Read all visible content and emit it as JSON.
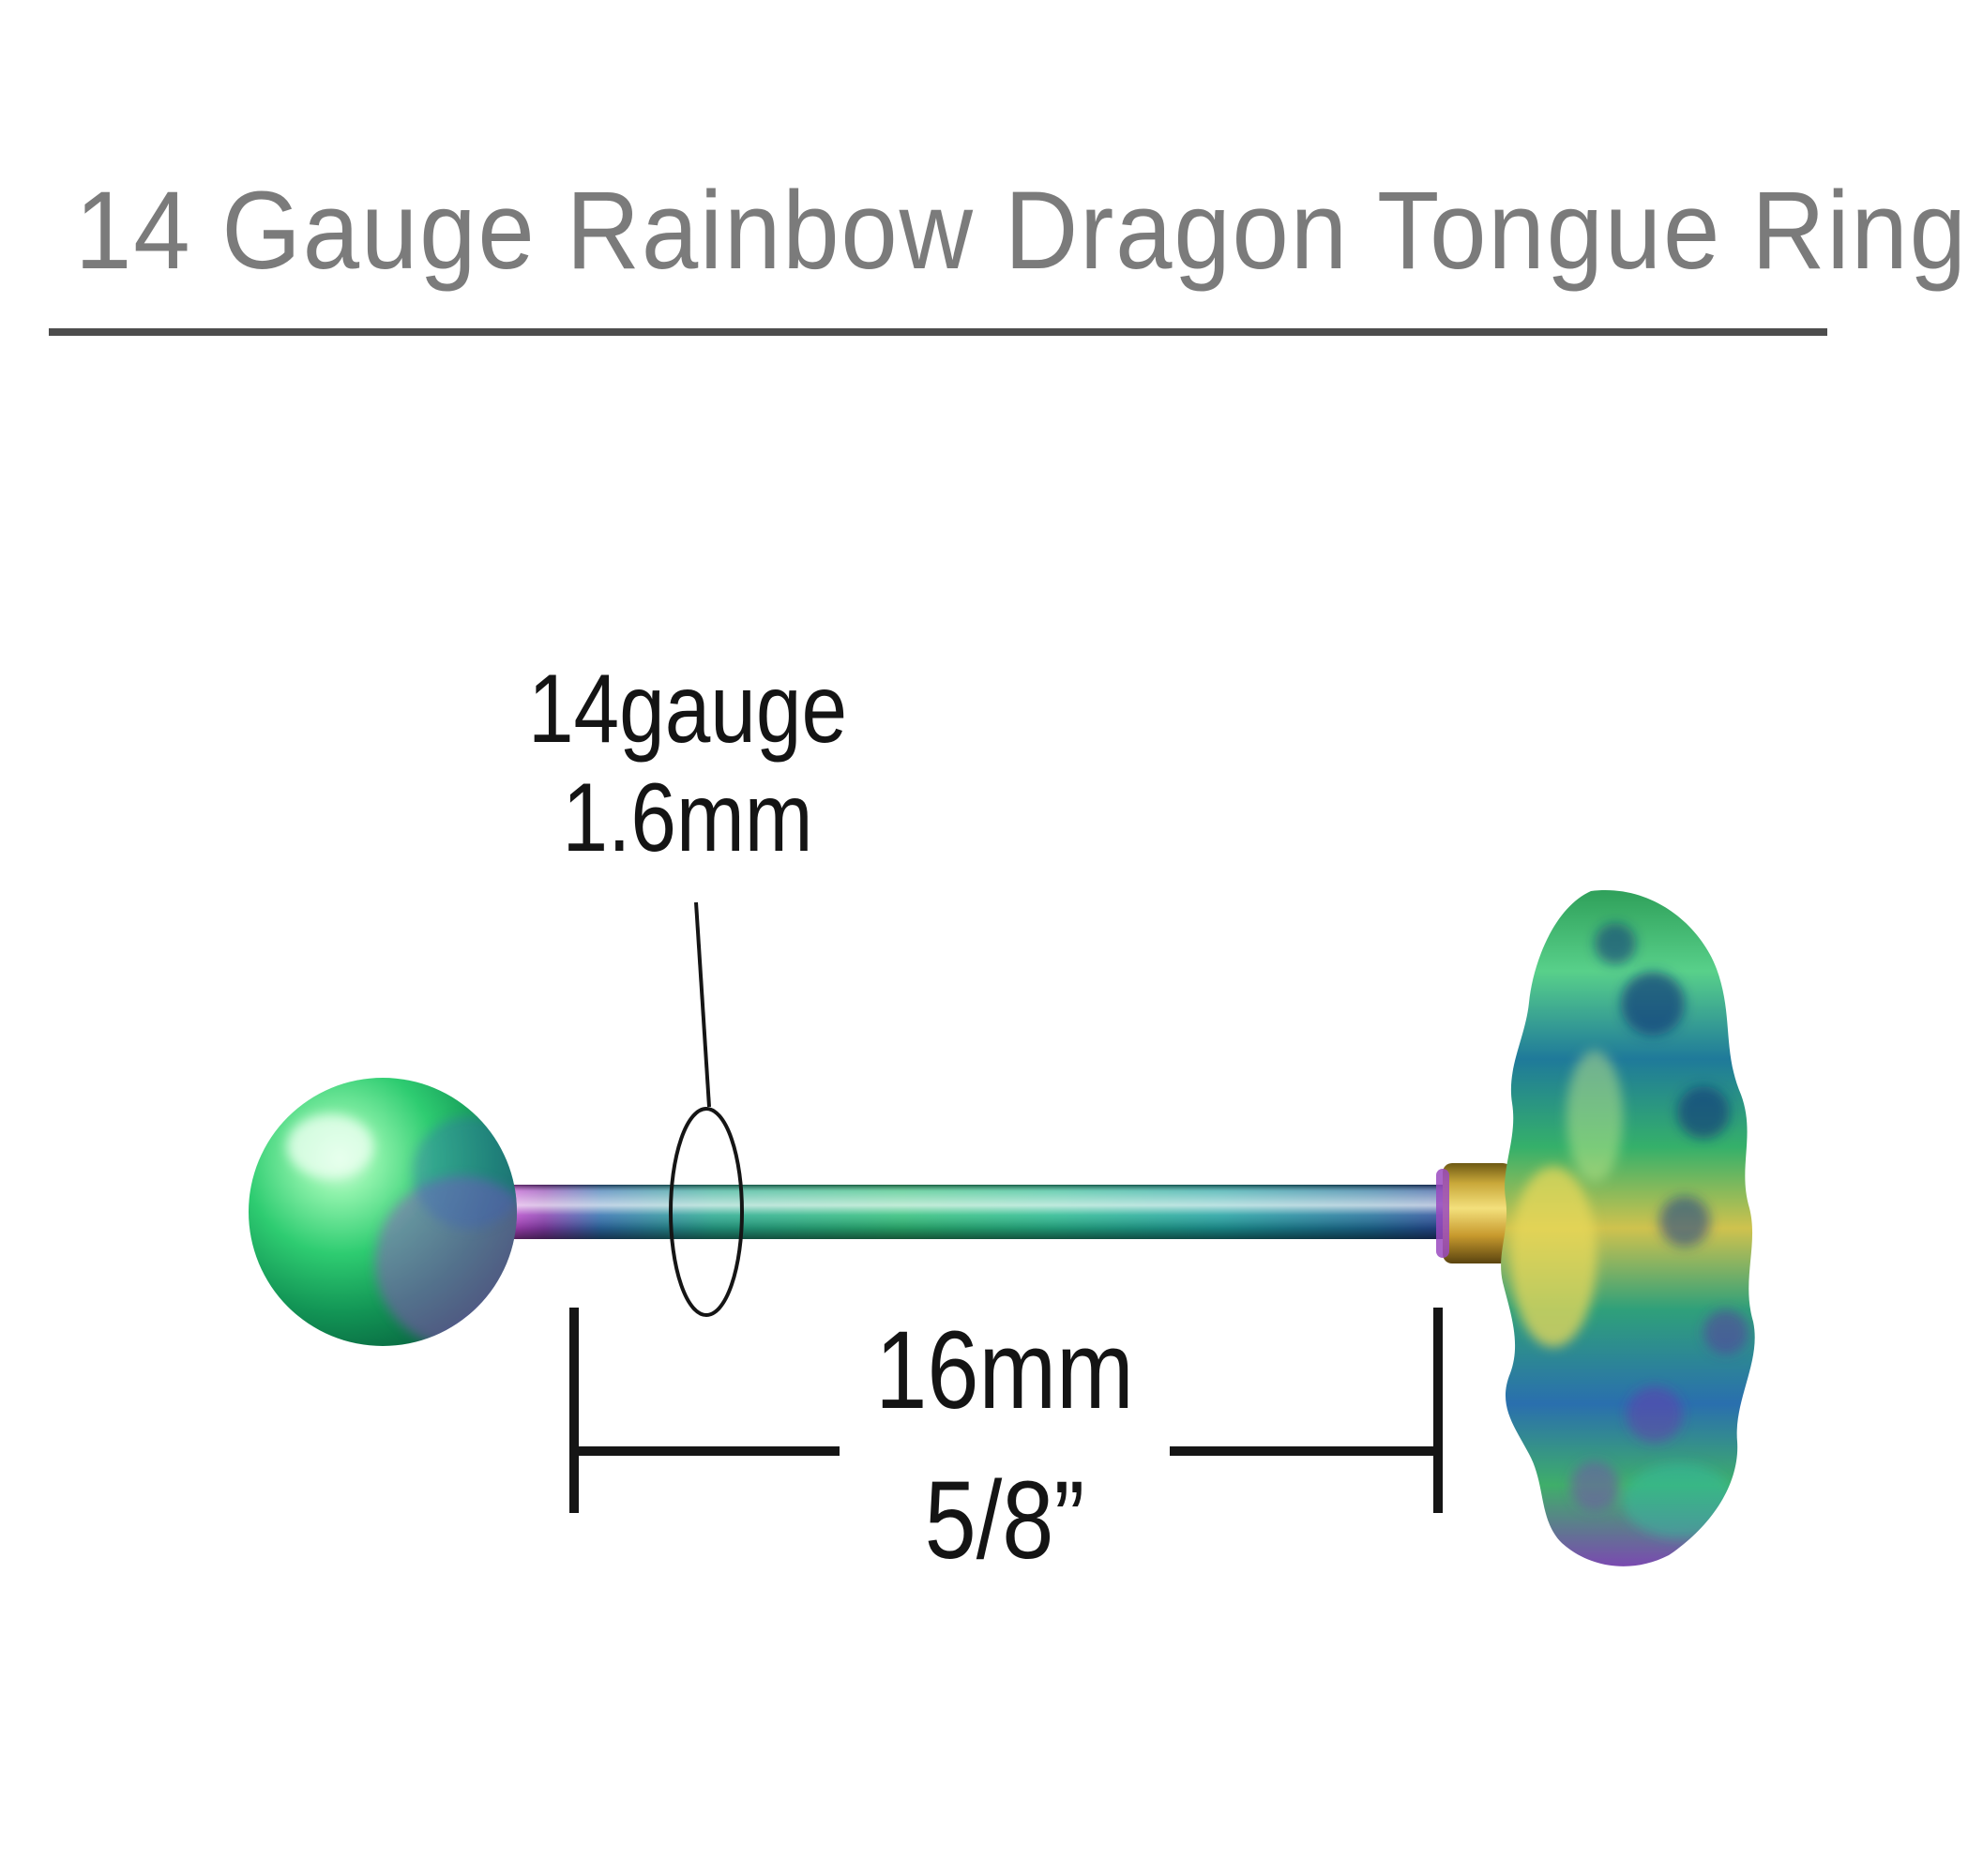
{
  "title": "14 Gauge Rainbow Dragon Tongue Ring",
  "annotations": {
    "gauge": {
      "line1": "14gauge",
      "line2": "1.6mm"
    },
    "length": {
      "line1": "16mm",
      "line2": "5/8”"
    }
  },
  "product": {
    "gauge_label": "14gauge",
    "gauge_mm": "1.6mm",
    "barbell_length_mm": "16mm",
    "barbell_length_in": "5/8”"
  },
  "colors": {
    "title_gray": "#7b7b7b",
    "rule_gray": "#4d4d4d",
    "annotation_black": "#141414",
    "ball_green": "#2ecc71",
    "shaft_teal": "#2fbf7a",
    "shaft_magenta": "#c04ad0",
    "collar_gold": "#f3e07c",
    "charm_green": "#3fae6a",
    "charm_navy_spot": "#143a7a",
    "charm_purple": "#7a4ab0"
  }
}
